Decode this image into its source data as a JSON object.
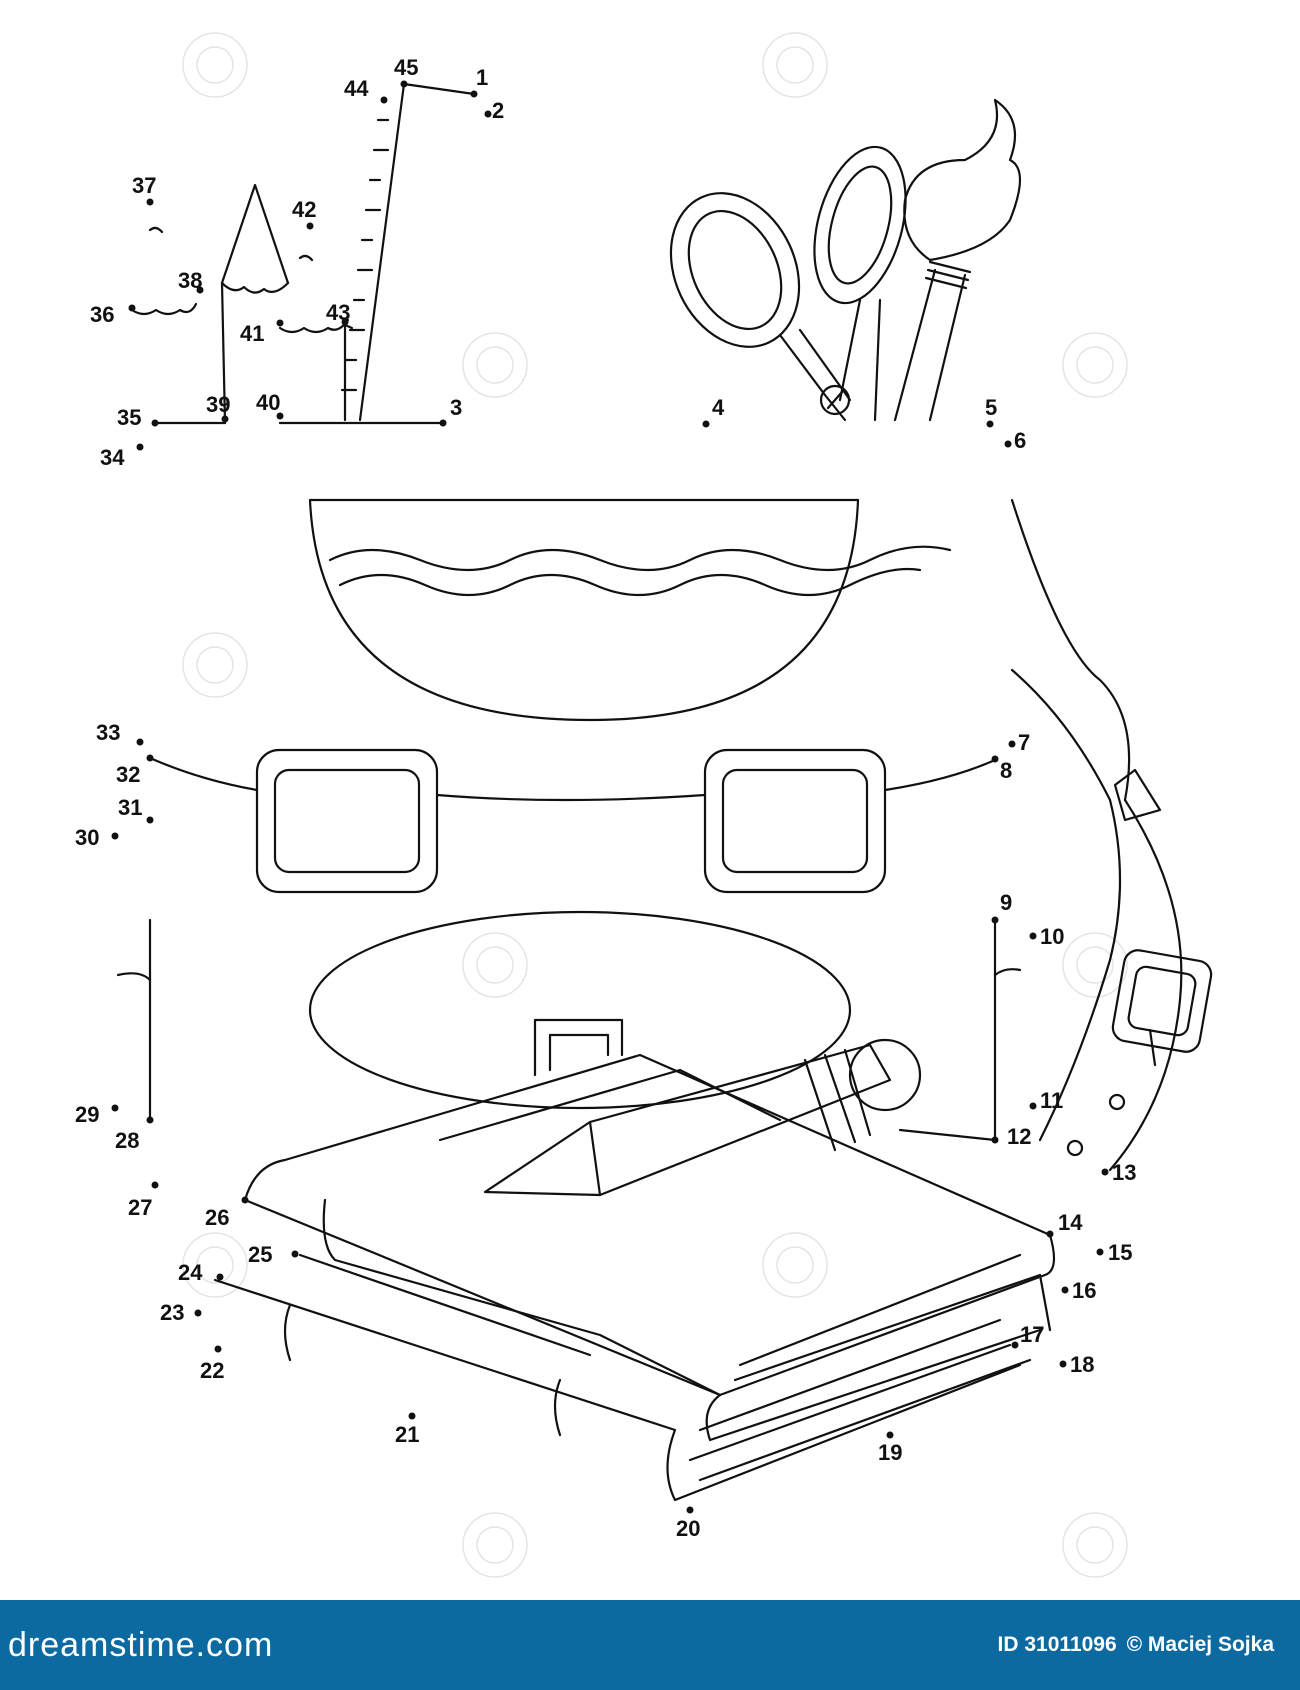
{
  "dot_numbers": [
    "1",
    "2",
    "3",
    "4",
    "5",
    "6",
    "7",
    "8",
    "9",
    "10",
    "11",
    "12",
    "13",
    "14",
    "15",
    "16",
    "17",
    "18",
    "19",
    "20",
    "21",
    "22",
    "23",
    "24",
    "25",
    "26",
    "27",
    "28",
    "29",
    "30",
    "31",
    "32",
    "33",
    "34",
    "35",
    "36",
    "37",
    "38",
    "39",
    "40",
    "41",
    "42",
    "43",
    "44",
    "45"
  ],
  "footer": {
    "brand": "dreamstime.com",
    "image_id": "ID 31011096",
    "author": "© Maciej Sojka"
  },
  "colors": {
    "footer_bg": "#0c6aa0",
    "line": "#111111"
  }
}
